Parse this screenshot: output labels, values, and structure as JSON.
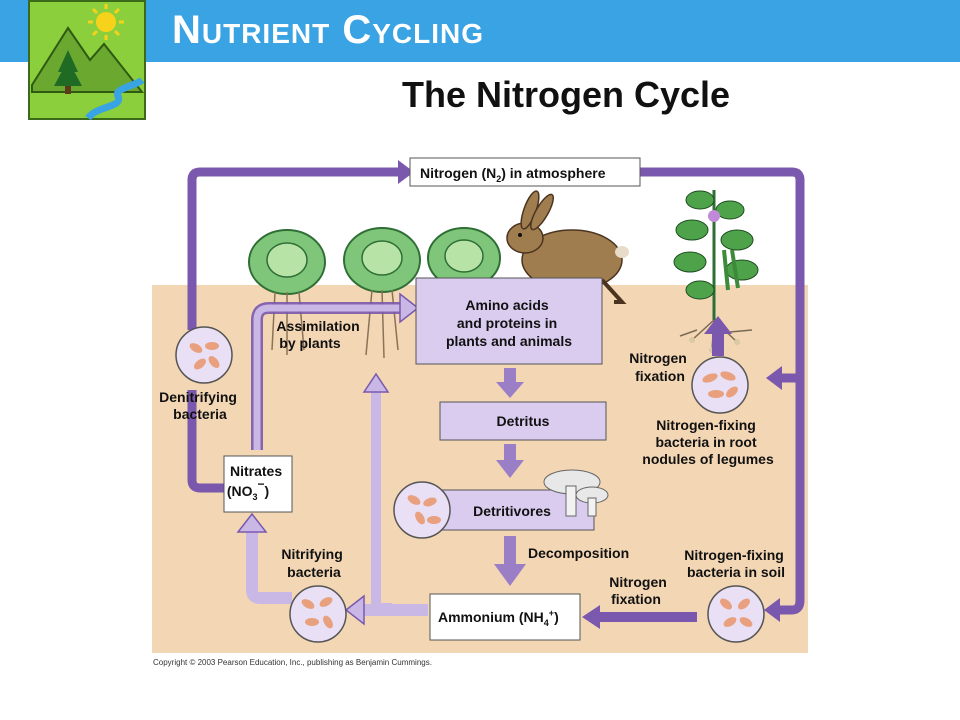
{
  "header": {
    "title": "Nutrient Cycling",
    "subtitle": "The Nitrogen Cycle"
  },
  "diagram": {
    "atmosphere": "Nitrogen (N",
    "atmosphere_sub": "2",
    "atmosphere_tail": ") in atmosphere",
    "amino_line1": "Amino acids",
    "amino_line2": "and proteins in",
    "amino_line3": "plants and animals",
    "detritus": "Detritus",
    "detritivores": "Detritivores",
    "decomposition": "Decomposition",
    "ammonium": "Ammonium (NH",
    "ammonium_sub": "4",
    "ammonium_sup": "+",
    "ammonium_tail": ")",
    "nitrates_line1": "Nitrates",
    "nitrates_line2": "(NO",
    "nitrates_sub": "3",
    "nitrates_sup": "−",
    "nitrates_tail": ")",
    "assimilation_line1": "Assimilation",
    "assimilation_line2": "by plants",
    "denitrifying_line1": "Denitrifying",
    "denitrifying_line2": "bacteria",
    "nitrifying_line1": "Nitrifying",
    "nitrifying_line2": "bacteria",
    "fixation_top_line1": "Nitrogen",
    "fixation_top_line2": "fixation",
    "root_bacteria_line1": "Nitrogen-fixing",
    "root_bacteria_line2": "bacteria in root",
    "root_bacteria_line3": "nodules of legumes",
    "soil_bacteria_line1": "Nitrogen-fixing",
    "soil_bacteria_line2": "bacteria in soil",
    "fixation_bottom_line1": "Nitrogen",
    "fixation_bottom_line2": "fixation"
  },
  "copyright": "Copyright © 2003 Pearson Education, Inc., publishing as Benjamin Cummings.",
  "colors": {
    "banner": "#3aa3e3",
    "soil": "#f3d6b4",
    "arrow": "#8a66b8",
    "arrow_dark": "#5f3f95",
    "box_fill": "#d9ccef",
    "logo_bg": "#8ccf3c"
  },
  "icons": [
    "mountain-tree-logo",
    "cabbage-icon",
    "rabbit-icon",
    "legume-plant-icon",
    "mushroom-icon",
    "bacteria-icon"
  ]
}
